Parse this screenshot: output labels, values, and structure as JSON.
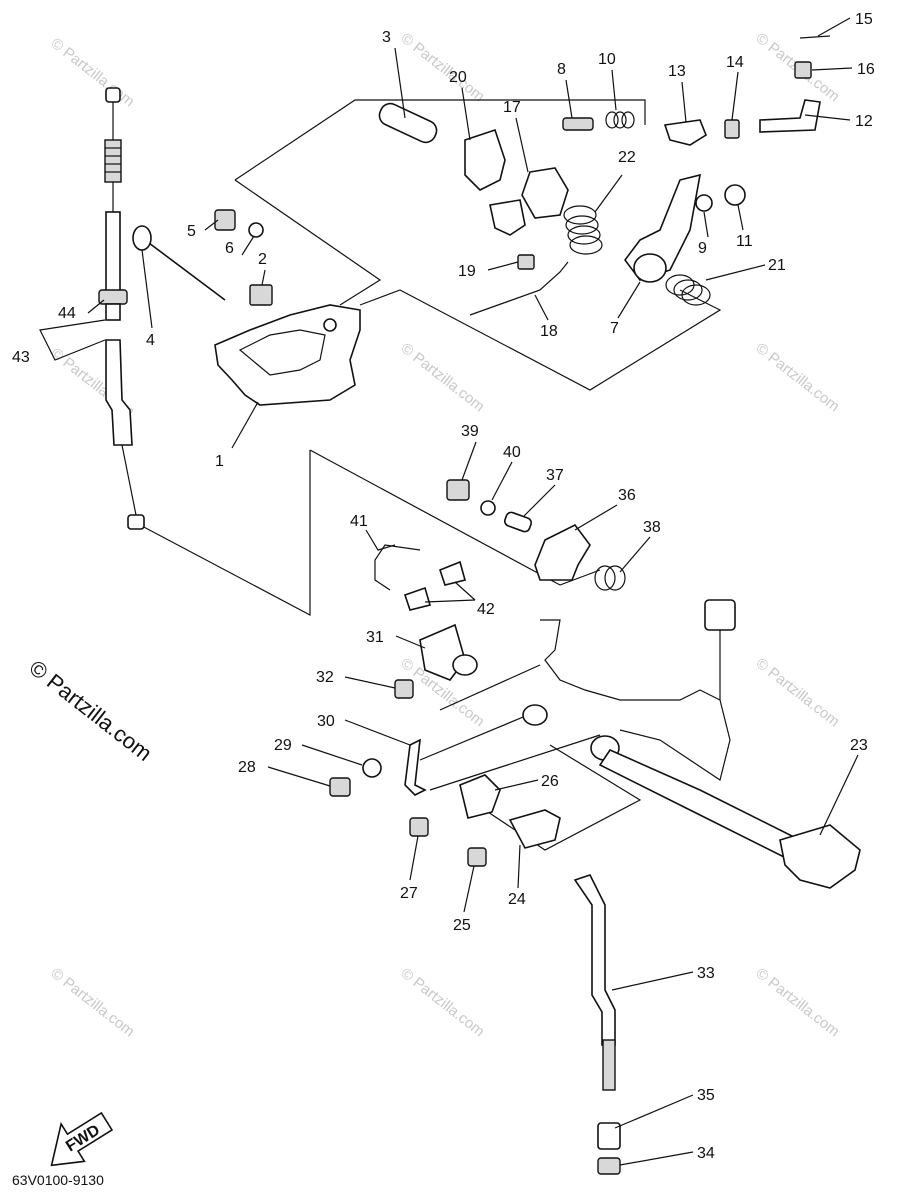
{
  "watermark_text": "© Partzilla.com",
  "brand_text": "© Partzilla.com",
  "diagram_code": "63V0100-9130",
  "fwd_label": "FWD",
  "callouts": [
    {
      "num": "1"
    },
    {
      "num": "2"
    },
    {
      "num": "3"
    },
    {
      "num": "4"
    },
    {
      "num": "5"
    },
    {
      "num": "6"
    },
    {
      "num": "7"
    },
    {
      "num": "8"
    },
    {
      "num": "9"
    },
    {
      "num": "10"
    },
    {
      "num": "11"
    },
    {
      "num": "12"
    },
    {
      "num": "13"
    },
    {
      "num": "14"
    },
    {
      "num": "15"
    },
    {
      "num": "16"
    },
    {
      "num": "17"
    },
    {
      "num": "18"
    },
    {
      "num": "19"
    },
    {
      "num": "20"
    },
    {
      "num": "21"
    },
    {
      "num": "22"
    },
    {
      "num": "23"
    },
    {
      "num": "24"
    },
    {
      "num": "25"
    },
    {
      "num": "26"
    },
    {
      "num": "27"
    },
    {
      "num": "28"
    },
    {
      "num": "29"
    },
    {
      "num": "30"
    },
    {
      "num": "31"
    },
    {
      "num": "32"
    },
    {
      "num": "33"
    },
    {
      "num": "34"
    },
    {
      "num": "35"
    },
    {
      "num": "36"
    },
    {
      "num": "37"
    },
    {
      "num": "38"
    },
    {
      "num": "39"
    },
    {
      "num": "40"
    },
    {
      "num": "41"
    },
    {
      "num": "42"
    },
    {
      "num": "43"
    },
    {
      "num": "44"
    }
  ]
}
